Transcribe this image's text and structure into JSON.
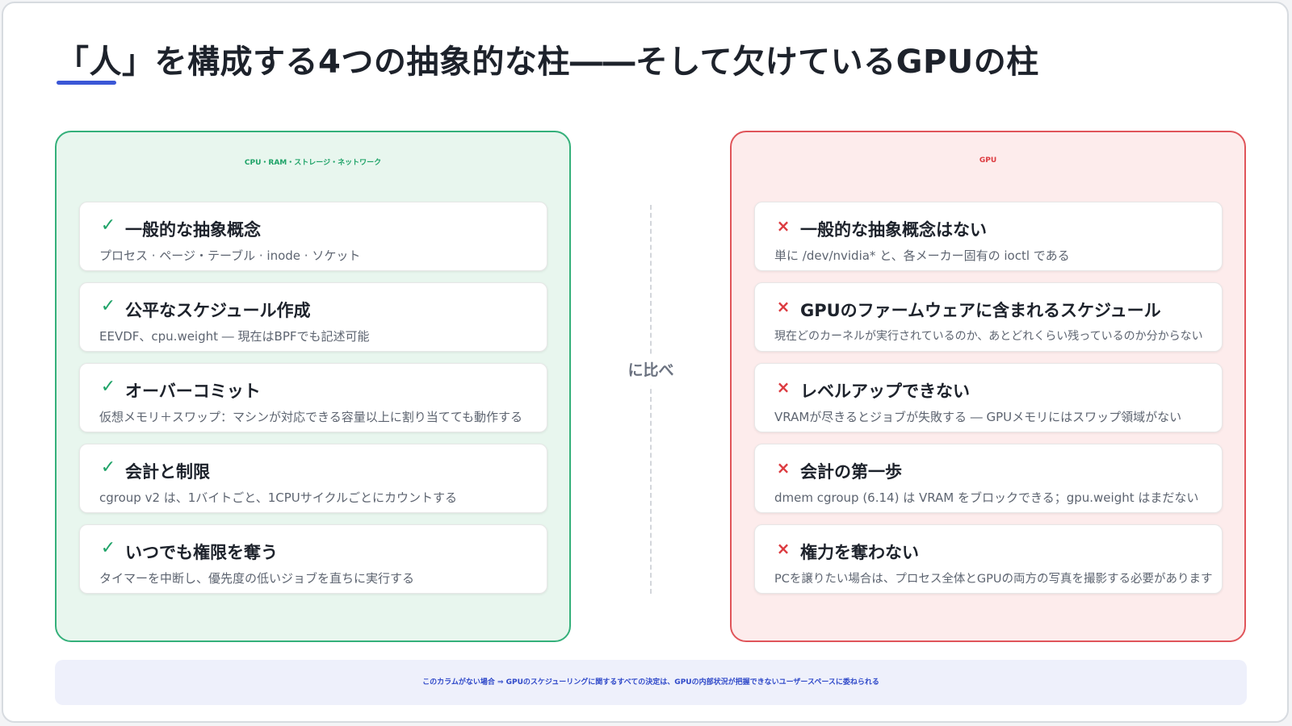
{
  "title": "「人」を構成する4つの抽象的な柱――そして欠けているGPUの柱",
  "colors": {
    "accent": "#3b57d6",
    "left_green": "#1fa368",
    "right_red": "#dc3a3f",
    "footer_blue": "#2f49c9"
  },
  "left": {
    "heading": "CPU・RAM・ストレージ・ネットワーク",
    "mark": "✓",
    "items": [
      {
        "title": "一般的な抽象概念",
        "desc": "プロセス · ページ・テーブル · inode · ソケット"
      },
      {
        "title": "公平なスケジュール作成",
        "desc": "EEVDF、cpu.weight ― 現在はBPFでも記述可能"
      },
      {
        "title": "オーバーコミット",
        "desc": "仮想メモリ＋スワップ：マシンが対応できる容量以上に割り当てても動作する"
      },
      {
        "title": "会計と制限",
        "desc": "cgroup v2 は、1バイトごと、1CPUサイクルごとにカウントする"
      },
      {
        "title": "いつでも権限を奪う",
        "desc": "タイマーを中断し、優先度の低いジョブを直ちに実行する"
      }
    ]
  },
  "divider_label": "に比べ",
  "right": {
    "heading": "GPU",
    "mark": "×",
    "items": [
      {
        "title": "一般的な抽象概念はない",
        "desc": "単に /dev/nvidia* と、各メーカー固有の ioctl である"
      },
      {
        "title": "GPUのファームウェアに含まれるスケジュール",
        "desc": "現在どのカーネルが実行されているのか、あとどれくらい残っているのか分からない"
      },
      {
        "title": "レベルアップできない",
        "desc": "VRAMが尽きるとジョブが失敗する ― GPUメモリにはスワップ領域がない"
      },
      {
        "title": "会計の第一歩",
        "desc": "dmem cgroup (6.14) は VRAM をブロックできる；gpu.weight はまだない"
      },
      {
        "title": "権力を奪わない",
        "desc": "PCを譲りたい場合は、プロセス全体とGPUの両方の写真を撮影する必要があります"
      }
    ]
  },
  "footer": "このカラムがない場合 ⇒ GPUのスケジューリングに関するすべての決定は、GPUの内部状況が把握できないユーザースペースに委ねられる"
}
